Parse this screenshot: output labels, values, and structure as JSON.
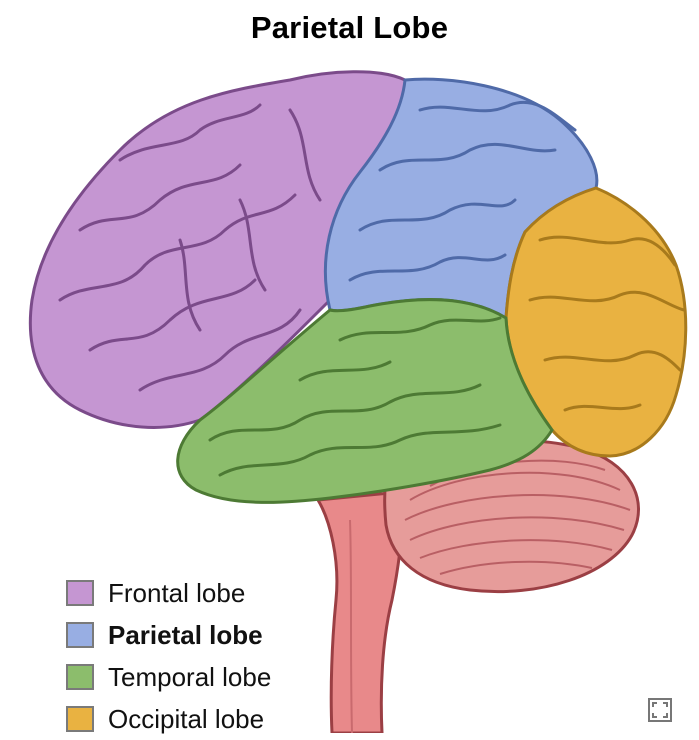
{
  "title": "Parietal Lobe",
  "legend": [
    {
      "label": "Frontal lobe",
      "color": "#c596d2",
      "bold": false,
      "name": "legend-frontal"
    },
    {
      "label": "Parietal lobe",
      "color": "#98aee3",
      "bold": true,
      "name": "legend-parietal"
    },
    {
      "label": "Temporal lobe",
      "color": "#8cbd6c",
      "bold": false,
      "name": "legend-temporal"
    },
    {
      "label": "Occipital lobe",
      "color": "#e9b241",
      "bold": false,
      "name": "legend-occipital"
    }
  ],
  "colors": {
    "frontal": "#c596d2",
    "parietal": "#98aee3",
    "temporal": "#8cbd6c",
    "occipital": "#e9b241",
    "cerebellum": "#e69c9a",
    "brainstem": "#e8898a"
  },
  "icons": {
    "corner": "expand-icon"
  }
}
